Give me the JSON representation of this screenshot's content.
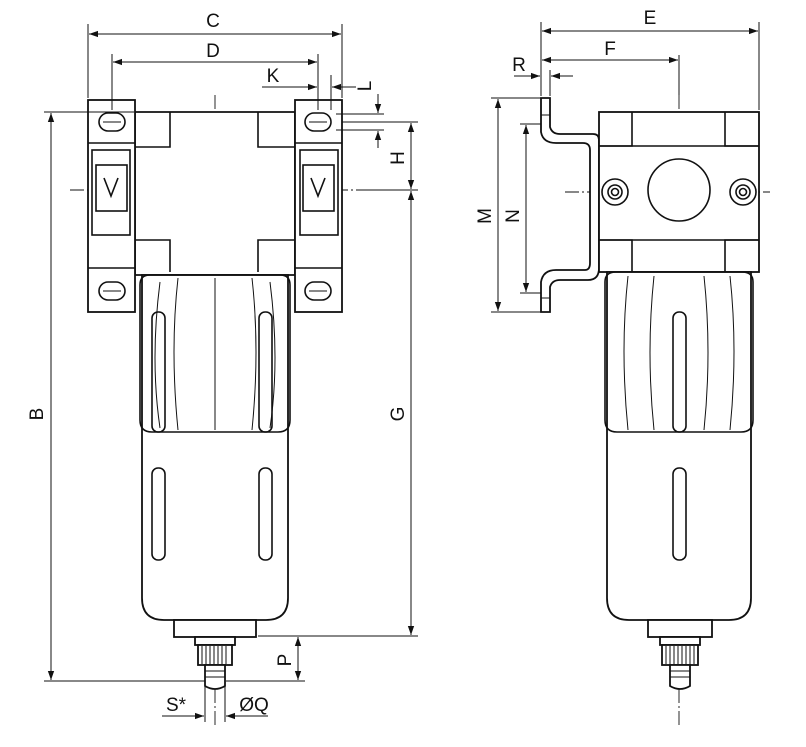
{
  "drawing": {
    "labels": {
      "C": "C",
      "D": "D",
      "K": "K",
      "L": "L",
      "H": "H",
      "B": "B",
      "G": "G",
      "P": "P",
      "S": "S*",
      "Q": "ØQ",
      "E": "E",
      "F": "F",
      "R": "R",
      "M": "M",
      "N": "N"
    },
    "flow_symbol": "V"
  }
}
